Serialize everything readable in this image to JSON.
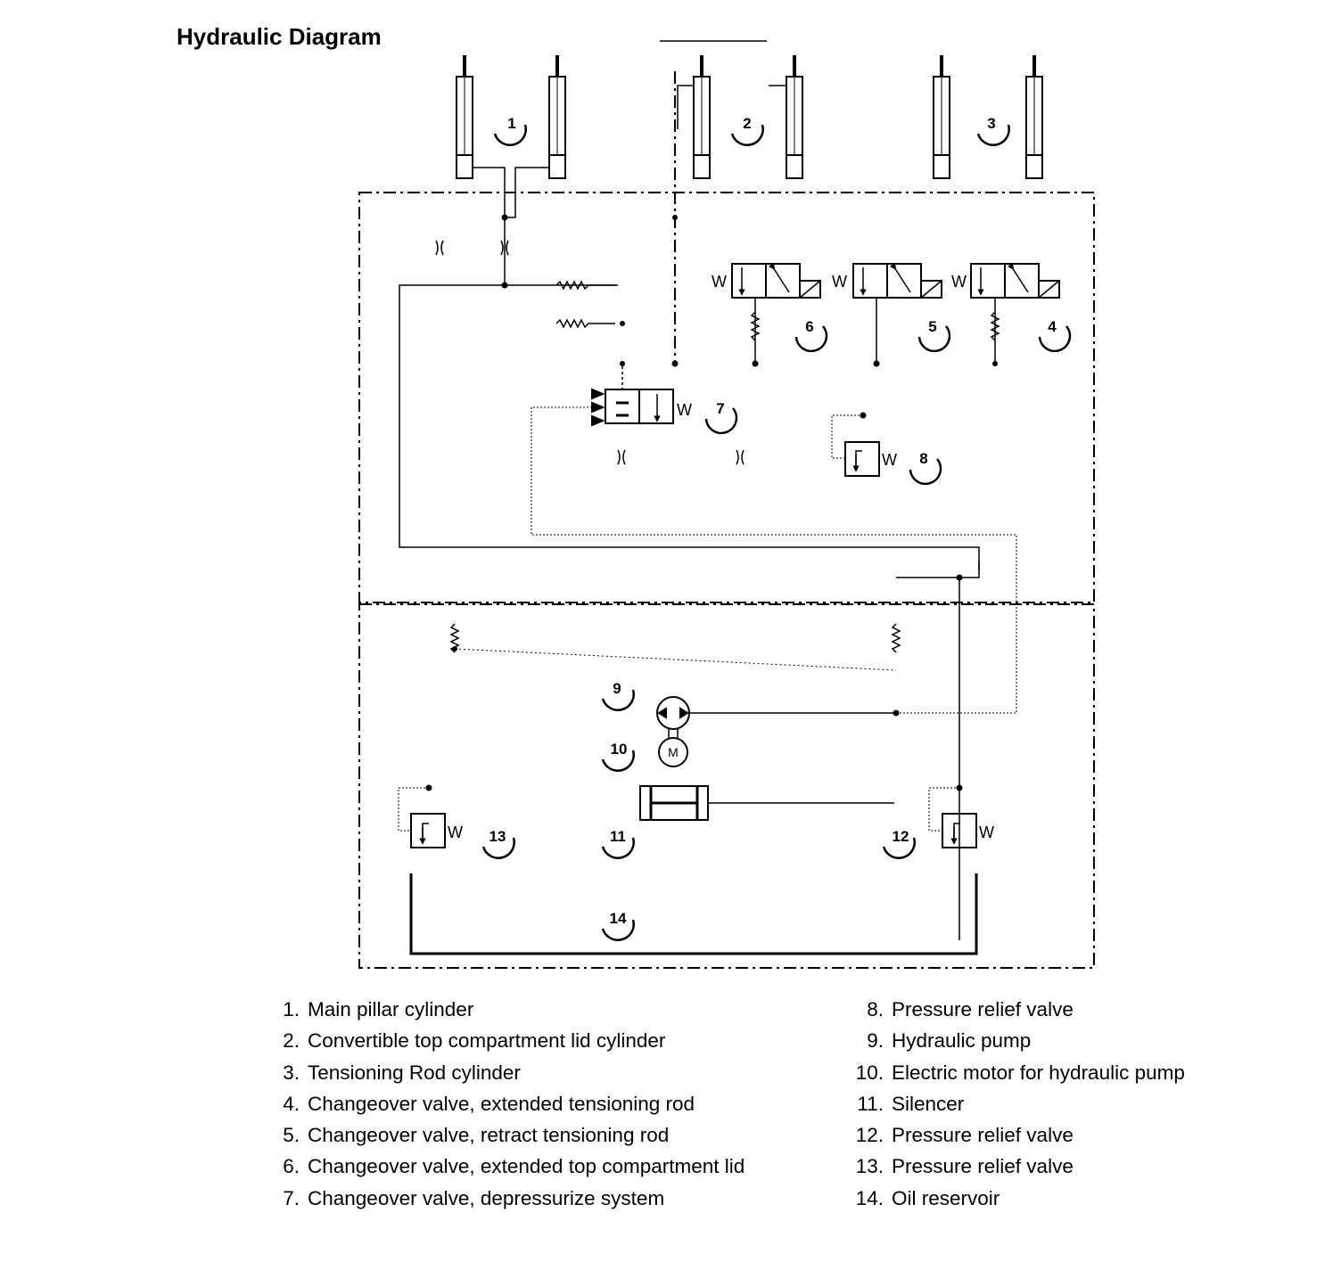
{
  "title": "Hydraulic Diagram",
  "callouts": [
    "1",
    "2",
    "3",
    "4",
    "5",
    "6",
    "7",
    "8",
    "9",
    "10",
    "11",
    "12",
    "13",
    "14"
  ],
  "spring_label": "W",
  "motor_label": "M",
  "legend": {
    "left": [
      {
        "num": "1.",
        "text": "Main pillar cylinder"
      },
      {
        "num": "2.",
        "text": "Convertible top compartment lid cylinder"
      },
      {
        "num": "3.",
        "text": "Tensioning Rod cylinder"
      },
      {
        "num": "4.",
        "text": "Changeover  valve, extended tensioning rod"
      },
      {
        "num": "5.",
        "text": "Changeover  valve, retract tensioning rod"
      },
      {
        "num": "6.",
        "text": "Changeover  valve,  extended  top compartment lid"
      },
      {
        "num": "7.",
        "text": "Changeover  valve, depressurize system"
      }
    ],
    "right": [
      {
        "num": "8.",
        "text": "Pressure relief valve"
      },
      {
        "num": "9.",
        "text": "Hydraulic pump"
      },
      {
        "num": "10.",
        "text": "Electric motor for hydraulic pump"
      },
      {
        "num": "11.",
        "text": "Silencer"
      },
      {
        "num": "12.",
        "text": "Pressure relief valve"
      },
      {
        "num": "13.",
        "text": "Pressure relief valve"
      },
      {
        "num": "14.",
        "text": "Oil reservoir"
      }
    ]
  }
}
